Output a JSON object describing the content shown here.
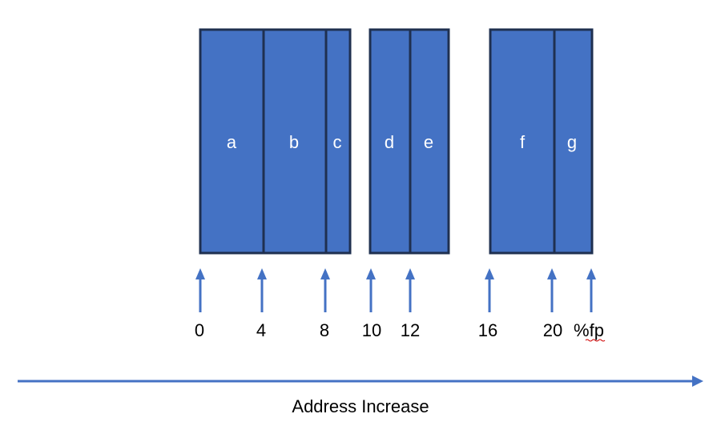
{
  "cells": [
    {
      "label": "a"
    },
    {
      "label": "b"
    },
    {
      "label": "c"
    },
    {
      "label": "d"
    },
    {
      "label": "e"
    },
    {
      "label": "f"
    },
    {
      "label": "g"
    }
  ],
  "markers": [
    {
      "label": "0",
      "color": "#000000"
    },
    {
      "label": "4",
      "color": "#000000"
    },
    {
      "label": "8",
      "color": "#000000"
    },
    {
      "label": "10",
      "color": "#ff0000"
    },
    {
      "label": "12",
      "color": "#000000"
    },
    {
      "label": "16",
      "color": "#000000"
    },
    {
      "label": "20",
      "color": "#000000"
    },
    {
      "label": "%fp",
      "color": "#000000"
    }
  ],
  "axis": {
    "caption": "Address Increase"
  },
  "colors": {
    "block_fill": "#4472c4",
    "block_border": "#1f3050",
    "arrow": "#4472c4",
    "highlight": "#ff0000"
  }
}
